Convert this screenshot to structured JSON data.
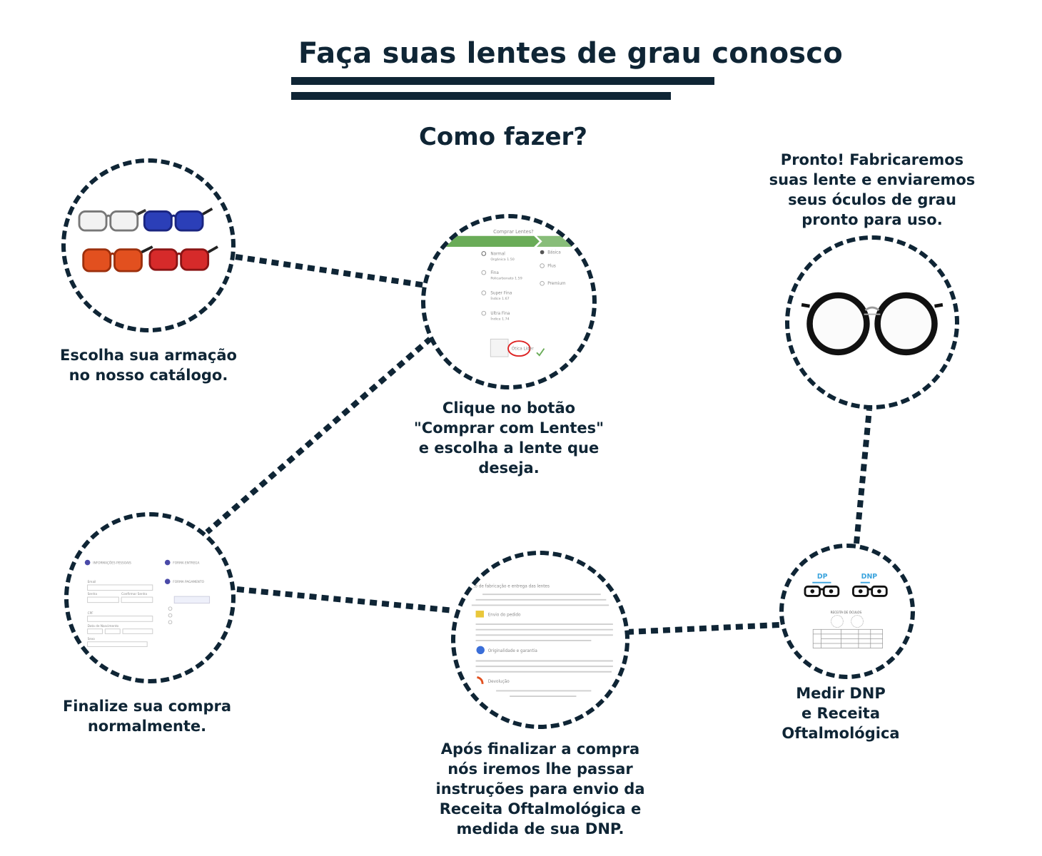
{
  "header": {
    "title": "Faça suas lentes de grau conosco",
    "subtitle": "Como fazer?"
  },
  "steps": {
    "catalog": {
      "caption": "Escolha sua armação\nno nosso catálogo."
    },
    "buy_lenses": {
      "caption": "Clique no botão\n\"Comprar com Lentes\"\ne escolha a lente que\ndeseja."
    },
    "ready": {
      "caption": "Pronto! Fabricaremos\nsuas lente e enviaremos\nseus óculos de grau\npronto para uso."
    },
    "checkout": {
      "caption": "Finalize sua compra\nnormalmente."
    },
    "instructions": {
      "caption": "Após finalizar a compra\nnós iremos lhe passar\ninstruções para envio da\nReceita Oftalmológica e\nmedida de sua DNP."
    },
    "measure": {
      "caption": "Medir DNP\ne Receita\nOftalmológica"
    }
  },
  "screenshots": {
    "lens_modal": {
      "title": "Comprar Lentes?",
      "options": [
        {
          "name": "Normal",
          "detail": "Orgânica 1.50"
        },
        {
          "name": "Fina",
          "detail": "Policarbonato 1.59"
        },
        {
          "name": "Super Fina",
          "detail": "Índice 1.67"
        },
        {
          "name": "Ultra Fina",
          "detail": "Índice 1.74"
        }
      ],
      "treatments": [
        "Básica",
        "Plus",
        "Premium"
      ],
      "stamp": "Ótica Líder"
    },
    "checkout_form": {
      "section_personal": "INFORMAÇÕES PESSOAIS",
      "section_shipping": "FORMA ENTREGA",
      "section_payment": "FORMA PAGAMENTO",
      "fields": [
        "Email",
        "Senha",
        "Confirmar Senha",
        "CPF",
        "Data de Nascimento",
        "Sexo"
      ]
    },
    "info_page": {
      "heading": "Prazo de fabricação e entrega das lentes",
      "sections": [
        "Envio do pedido",
        "Originalidade e garantia",
        "Devolução"
      ]
    },
    "measure_card": {
      "labels": [
        "DP",
        "DNP"
      ],
      "table_title": "RECEITA DE ÓCULOS"
    }
  },
  "colors": {
    "navy": "#0f2535",
    "green": "#6aac58",
    "blue": "#3aa3dd"
  }
}
